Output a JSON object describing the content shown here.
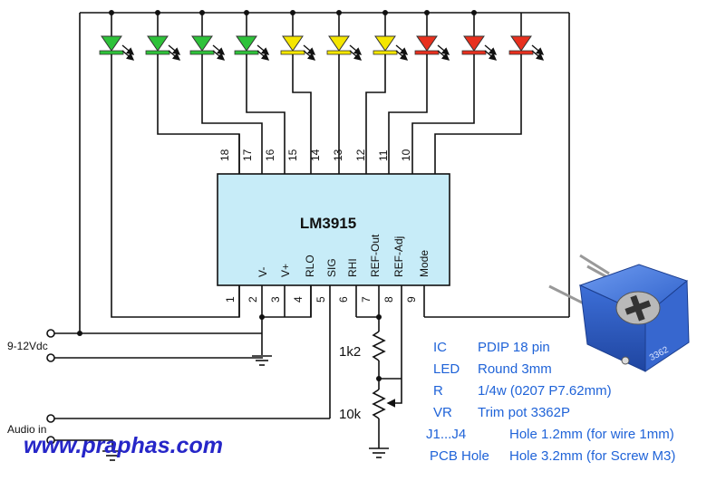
{
  "chip": {
    "name": "LM3915",
    "top_pins": [
      "18",
      "17",
      "16",
      "15",
      "14",
      "13",
      "12",
      "11",
      "10"
    ],
    "bottom_pins": [
      "1",
      "2",
      "3",
      "4",
      "5",
      "6",
      "7",
      "8",
      "9"
    ],
    "signals": [
      "V-",
      "V+",
      "RLO",
      "SIG",
      "RHI",
      "REF-Out",
      "REF-Adj",
      "Mode"
    ]
  },
  "leds": {
    "colors": [
      "green",
      "green",
      "green",
      "green",
      "yellow",
      "yellow",
      "yellow",
      "red",
      "red",
      "red"
    ],
    "palette": {
      "green": "#2ec23a",
      "yellow": "#f5e600",
      "red": "#e8301e"
    }
  },
  "labels": {
    "supply": "9-12Vdc",
    "audio": "Audio in",
    "r1": "1k2",
    "vr": "10k"
  },
  "specs": [
    {
      "key": "IC",
      "value": "PDIP 18 pin"
    },
    {
      "key": "LED",
      "value": "Round 3mm"
    },
    {
      "key": "R",
      "value": "1/4w (0207 P7.62mm)"
    },
    {
      "key": "VR",
      "value": "Trim pot 3362P"
    },
    {
      "key": "J1...J4",
      "value": "Hole 1.2mm (for wire 1mm)"
    },
    {
      "key": "PCB Hole",
      "value": "Hole 3.2mm (for Screw M3)"
    }
  ],
  "trimpot_marking": "3362",
  "watermark": "www.praphas.com"
}
